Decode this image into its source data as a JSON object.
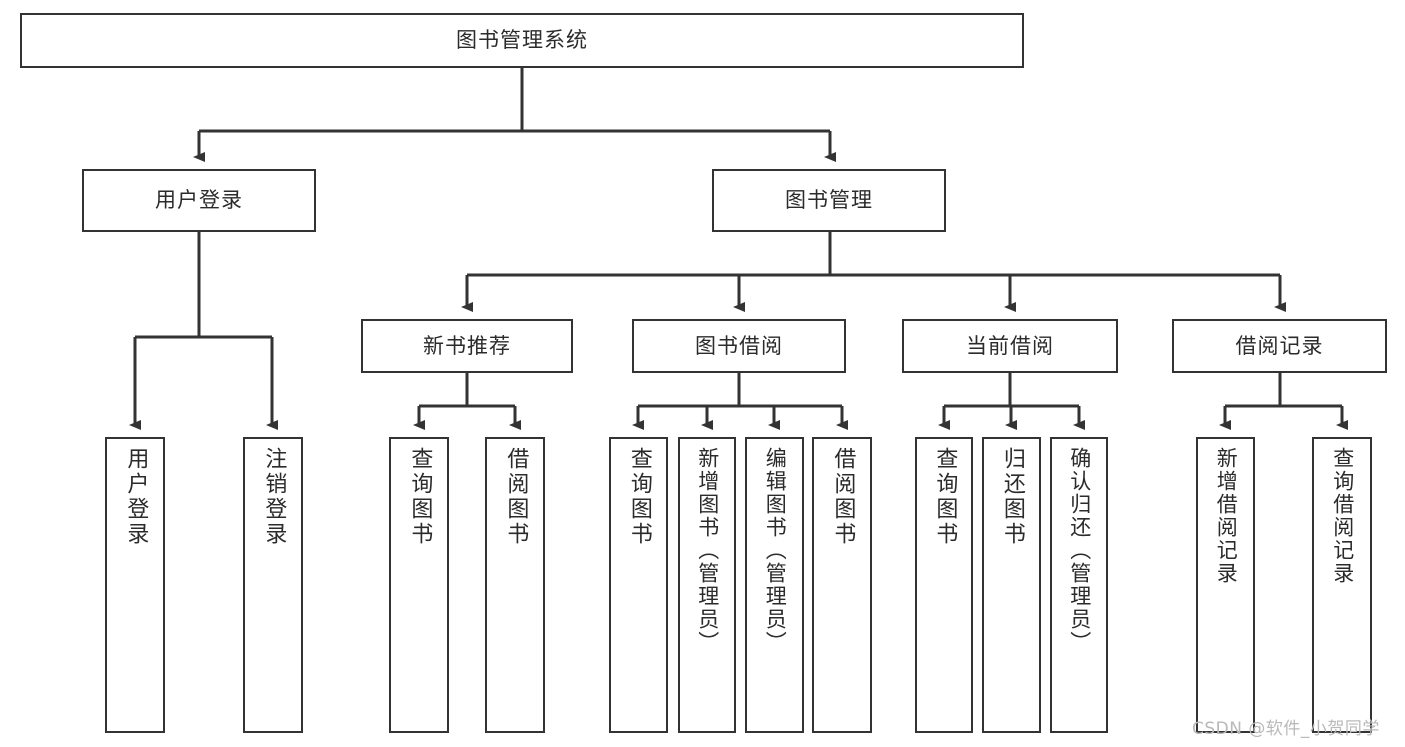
{
  "diagram": {
    "type": "hierarchy-tree",
    "title": "图书管理系统",
    "orientation": "top-down",
    "colors": {
      "box_border": "#333333",
      "box_fill": "#ffffff",
      "edge": "#333333",
      "text": "#2b2b2b",
      "watermark": "#b9b9b9",
      "background": "#ffffff"
    },
    "root": {
      "label": "图书管理系统"
    },
    "level1": [
      {
        "label": "用户登录"
      },
      {
        "label": "图书管理"
      }
    ],
    "level2": [
      {
        "label": "新书推荐"
      },
      {
        "label": "图书借阅"
      },
      {
        "label": "当前借阅"
      },
      {
        "label": "借阅记录"
      }
    ],
    "leaves": {
      "user_login": [
        {
          "label": "用户登录"
        },
        {
          "label": "注销登录"
        }
      ],
      "new_book_recommend": [
        {
          "label": "查询图书"
        },
        {
          "label": "借阅图书"
        }
      ],
      "book_borrow": [
        {
          "label": "查询图书"
        },
        {
          "label": "新增图书（管理员）"
        },
        {
          "label": "编辑图书（管理员）"
        },
        {
          "label": "借阅图书"
        }
      ],
      "current_borrow": [
        {
          "label": "查询图书"
        },
        {
          "label": "归还图书"
        },
        {
          "label": "确认归还（管理员）"
        }
      ],
      "borrow_record": [
        {
          "label": "新增借阅记录"
        },
        {
          "label": "查询借阅记录"
        }
      ]
    }
  },
  "watermark": {
    "text": "CSDN @软件_小贺同学"
  }
}
